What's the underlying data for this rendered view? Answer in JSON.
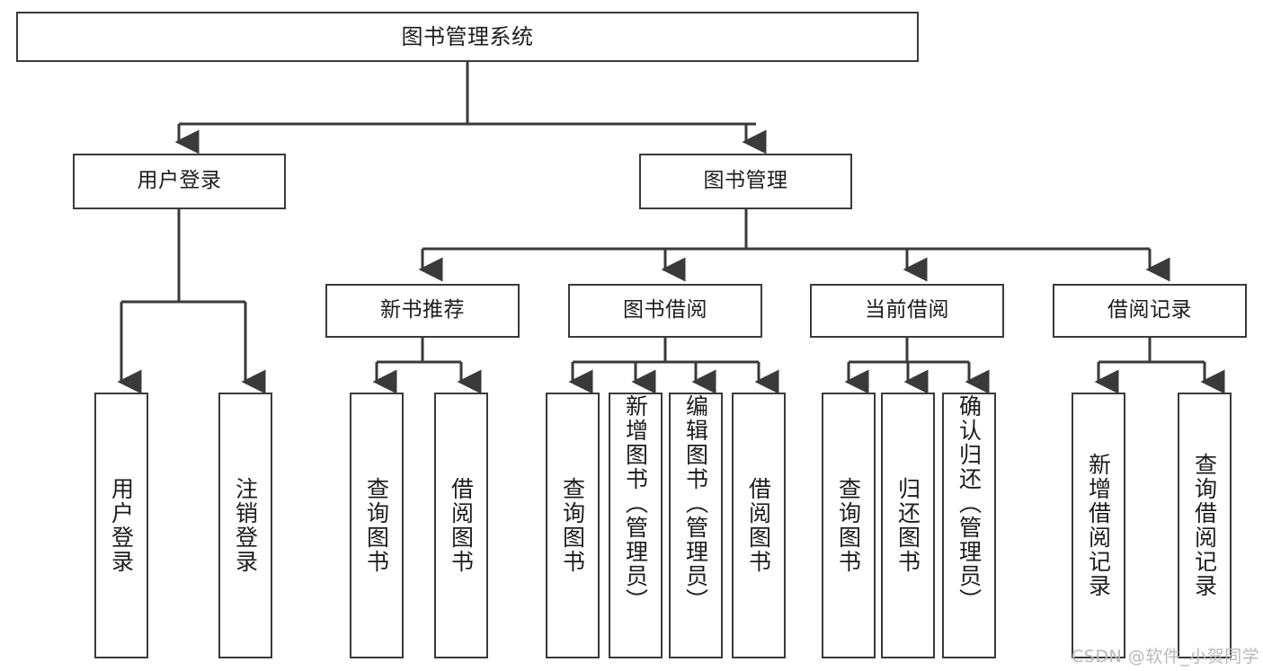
{
  "diagram": {
    "title": "图书管理系统",
    "type": "tree-hierarchy-diagram",
    "colors": {
      "box_border": "#3a3a3a",
      "box_fill": "#ffffff",
      "edge": "#3a3a3a",
      "text": "#1c1c1c",
      "watermark": "#b9b9b9",
      "background": "#ffffff"
    },
    "root": {
      "label": "图书管理系统"
    },
    "level2": [
      {
        "label": "用户登录"
      },
      {
        "label": "图书管理"
      }
    ],
    "level3": [
      {
        "label": "新书推荐"
      },
      {
        "label": "图书借阅"
      },
      {
        "label": "当前借阅"
      },
      {
        "label": "借阅记录"
      }
    ],
    "leaves": {
      "user_login": [
        {
          "label": "用户登录"
        },
        {
          "label": "注销登录"
        }
      ],
      "new_book": [
        {
          "label": "查询图书"
        },
        {
          "label": "借阅图书"
        }
      ],
      "book_borrow": [
        {
          "label": "查询图书"
        },
        {
          "label": "新增图书（管理员）"
        },
        {
          "label": "编辑图书（管理员）"
        },
        {
          "label": "借阅图书"
        }
      ],
      "current_borrow": [
        {
          "label": "查询图书"
        },
        {
          "label": "归还图书"
        },
        {
          "label": "确认归还（管理员）"
        }
      ],
      "borrow_record": [
        {
          "label": "新增借阅记录"
        },
        {
          "label": "查询借阅记录"
        }
      ]
    },
    "watermark": "CSDN @软件_小贺同学"
  }
}
